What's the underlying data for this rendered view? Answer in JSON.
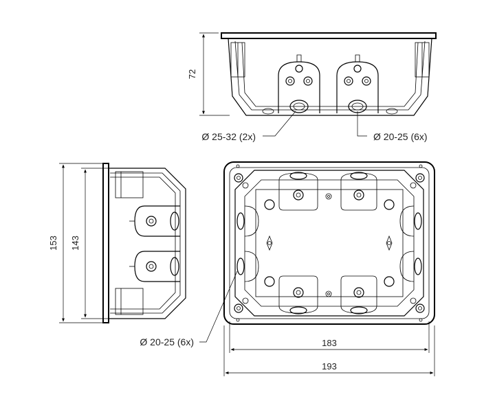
{
  "dimensions": {
    "height_front": "72",
    "height_outer": "153",
    "height_inner": "143",
    "width_inner": "183",
    "width_outer": "193"
  },
  "callouts": {
    "large_knockout": "Ø 25-32 (2x)",
    "small_knockout_top": "Ø 20-25 (6x)",
    "small_knockout_bottom": "Ø 20-25 (6x)"
  }
}
